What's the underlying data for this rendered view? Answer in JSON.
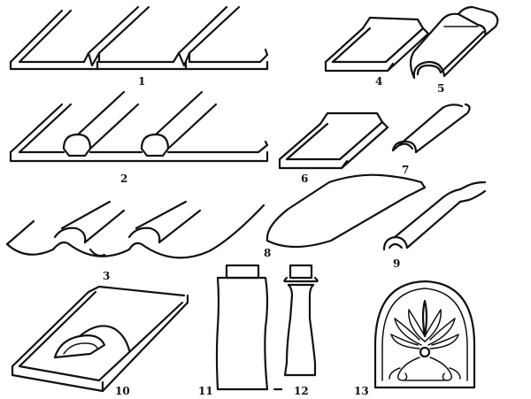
{
  "figure": {
    "labels": [
      "1",
      "2",
      "3",
      "4",
      "5",
      "6",
      "7",
      "8",
      "9",
      "10",
      "11",
      "12",
      "13"
    ],
    "colors": {
      "ink": "#111111",
      "paper": "#ffffff"
    }
  }
}
